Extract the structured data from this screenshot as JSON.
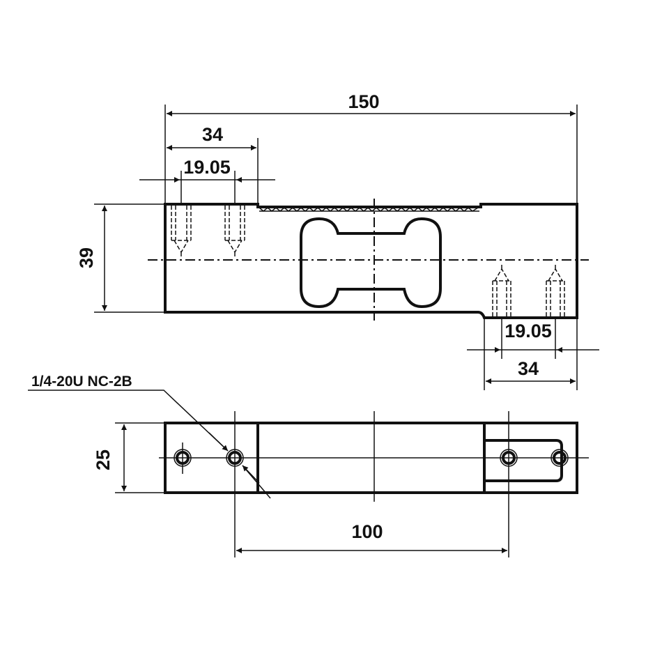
{
  "title": "Load cell dimension drawing",
  "dimensions": {
    "overall_length": "150",
    "top_left_block": "34",
    "top_left_hole_spacing": "19.05",
    "height": "39",
    "bottom_right_hole_spacing": "19.05",
    "bottom_right_block": "34",
    "width": "25",
    "mount_hole_spacing": "100"
  },
  "thread_callout": "1/4-20U NC-2B",
  "colors": {
    "line": "#111111",
    "background": "#ffffff"
  }
}
